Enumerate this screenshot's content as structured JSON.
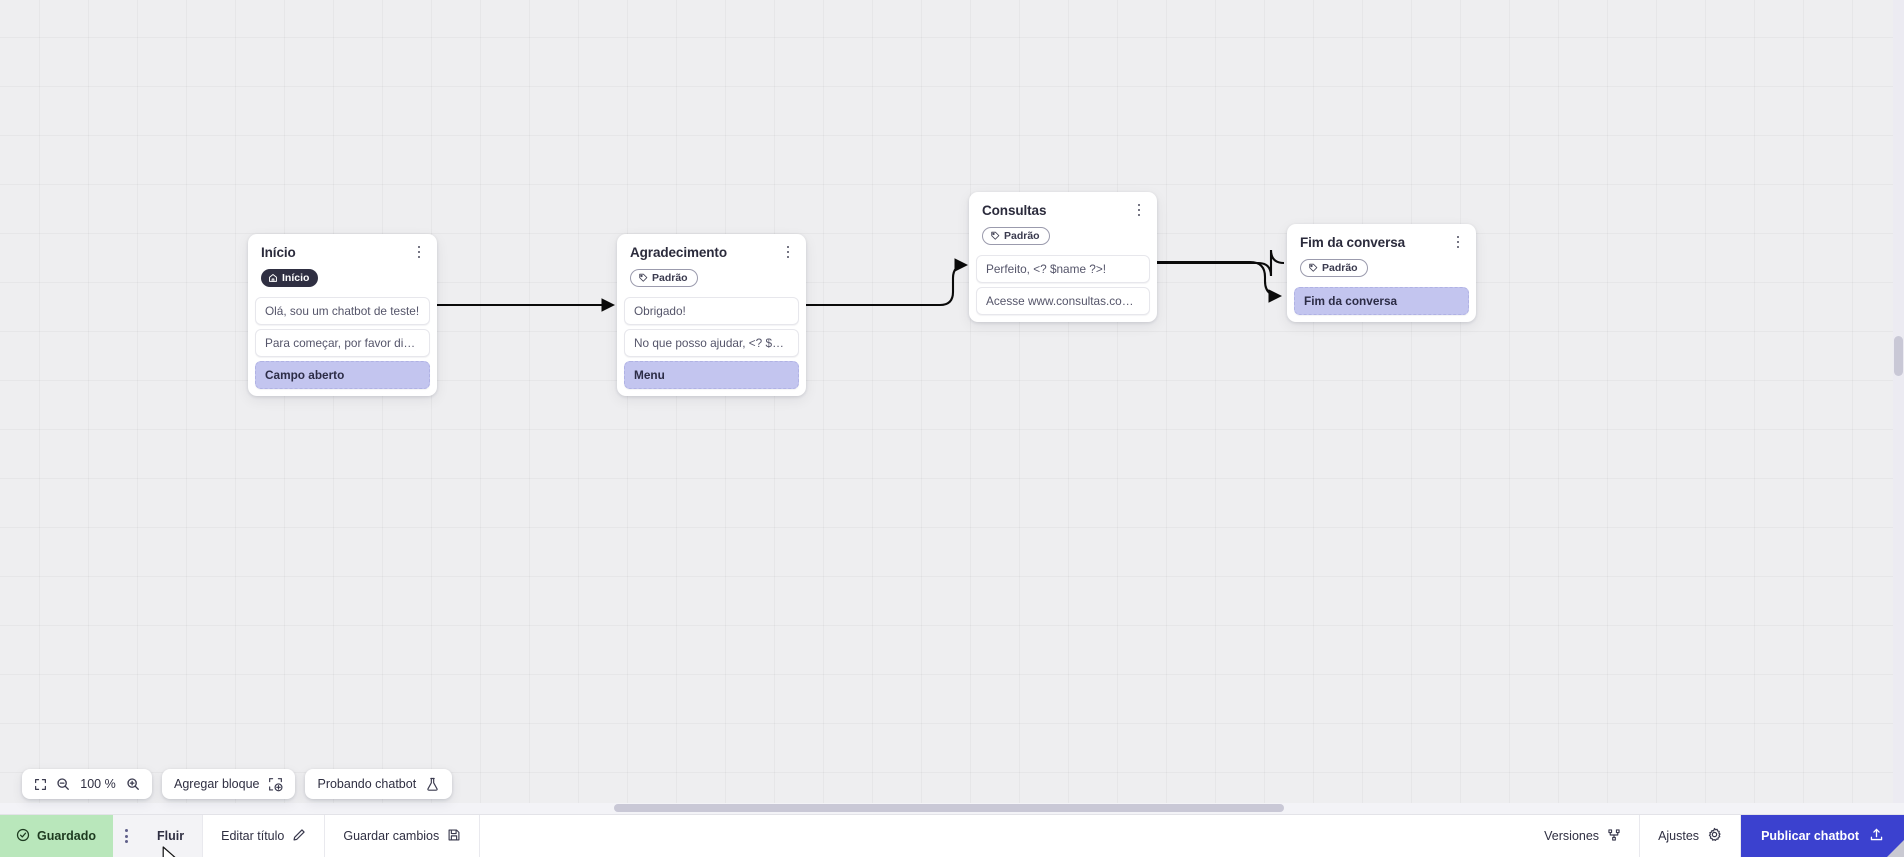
{
  "canvas": {
    "grid": true,
    "background_color": "#eeeef0"
  },
  "nodes": [
    {
      "id": "inicio",
      "title": "Início",
      "badge": {
        "label": "Início",
        "icon": "home-icon",
        "style": "dark"
      },
      "messages": [
        {
          "text": "Olá, sou um chatbot de teste!",
          "style": "plain"
        },
        {
          "text": "Para começar, por favor digite o ...",
          "style": "plain"
        },
        {
          "text": "Campo aberto",
          "style": "accent"
        }
      ]
    },
    {
      "id": "agradecimento",
      "title": "Agradecimento",
      "badge": {
        "label": "Padrão",
        "icon": "tag-icon",
        "style": "outline"
      },
      "messages": [
        {
          "text": "Obrigado!",
          "style": "plain"
        },
        {
          "text": "No que posso ajudar, <? $name ...",
          "style": "plain"
        },
        {
          "text": "Menu",
          "style": "accent"
        }
      ]
    },
    {
      "id": "consultas",
      "title": "Consultas",
      "badge": {
        "label": "Padrão",
        "icon": "tag-icon",
        "style": "outline"
      },
      "messages": [
        {
          "text": "Perfeito, <? $name ?>!",
          "style": "plain"
        },
        {
          "text": "Acesse www.consultas.com par...",
          "style": "plain"
        }
      ]
    },
    {
      "id": "fim-da-conversa",
      "title": "Fim da conversa",
      "badge": {
        "label": "Padrão",
        "icon": "tag-icon",
        "style": "outline"
      },
      "messages": [
        {
          "text": "Fim da conversa",
          "style": "accent"
        }
      ]
    }
  ],
  "toolbar": {
    "fit_icon": "fit-screen-icon",
    "zoom_out_icon": "zoom-out-icon",
    "zoom_level": "100 %",
    "zoom_in_icon": "zoom-in-icon",
    "add_block_label": "Agregar bloque",
    "add_block_icon": "add-block-icon",
    "test_chatbot_label": "Probando chatbot",
    "test_chatbot_icon": "flask-icon"
  },
  "statusbar": {
    "saved_label": "Guardado",
    "saved_icon": "check-circle-icon",
    "saved_color": "#b9e7bb",
    "kebab_icon": "kebab-menu-icon",
    "flow_label": "Fluir",
    "edit_title_label": "Editar título",
    "edit_title_icon": "pencil-icon",
    "save_changes_label": "Guardar cambios",
    "save_changes_icon": "floppy-disk-icon",
    "versions_label": "Versiones",
    "versions_icon": "branch-icon",
    "settings_label": "Ajustes",
    "settings_icon": "gear-icon",
    "publish_label": "Publicar chatbot",
    "publish_icon": "upload-icon",
    "publish_color": "#3b41cf"
  }
}
